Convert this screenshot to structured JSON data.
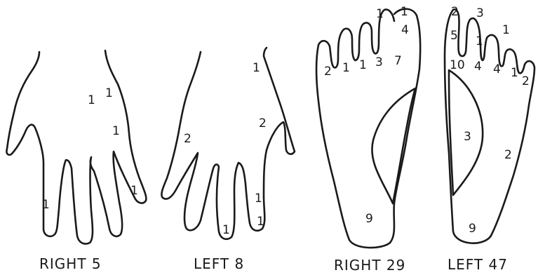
{
  "panels": [
    {
      "caption": "RIGHT 5",
      "counts": [
        "1",
        "1",
        "1",
        "1",
        "1"
      ]
    },
    {
      "caption": "LEFT 8",
      "counts": [
        "1",
        "2",
        "2",
        "1",
        "1",
        "1"
      ]
    },
    {
      "caption": "RIGHT 29",
      "counts": [
        "1",
        "1",
        "4",
        "2",
        "1",
        "1",
        "3",
        "7",
        "9"
      ]
    },
    {
      "caption": "LEFT 47",
      "counts": [
        "2",
        "3",
        "1",
        "5",
        "1",
        "10",
        "4",
        "4",
        "1",
        "2",
        "3",
        "2",
        "9"
      ]
    }
  ],
  "colors": {
    "ink": "#1a1a1a",
    "paper": "#ffffff"
  }
}
